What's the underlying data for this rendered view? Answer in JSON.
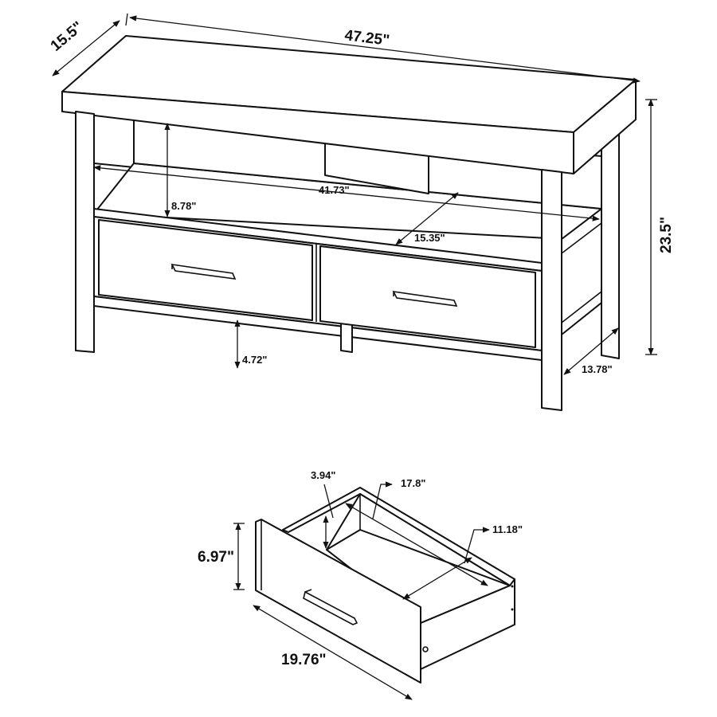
{
  "diagram": {
    "type": "furniture-dimension-drawing",
    "subject": "TV console with two drawers",
    "colors": {
      "line": "#111111",
      "background": "#ffffff"
    }
  },
  "console": {
    "dimensions": {
      "width": "47.25\"",
      "depth": "15.5\"",
      "height": "23.5\"",
      "shelf_width": "41.73\"",
      "shelf_height": "8.78\"",
      "shelf_depth": "15.35\"",
      "floor_clearance": "4.72\"",
      "side_depth": "13.78\""
    }
  },
  "drawer": {
    "dimensions": {
      "inner_height": "3.94\"",
      "inner_length": "17.8\"",
      "inner_width": "11.18\"",
      "front_height": "6.97\"",
      "front_width": "19.76\""
    }
  }
}
